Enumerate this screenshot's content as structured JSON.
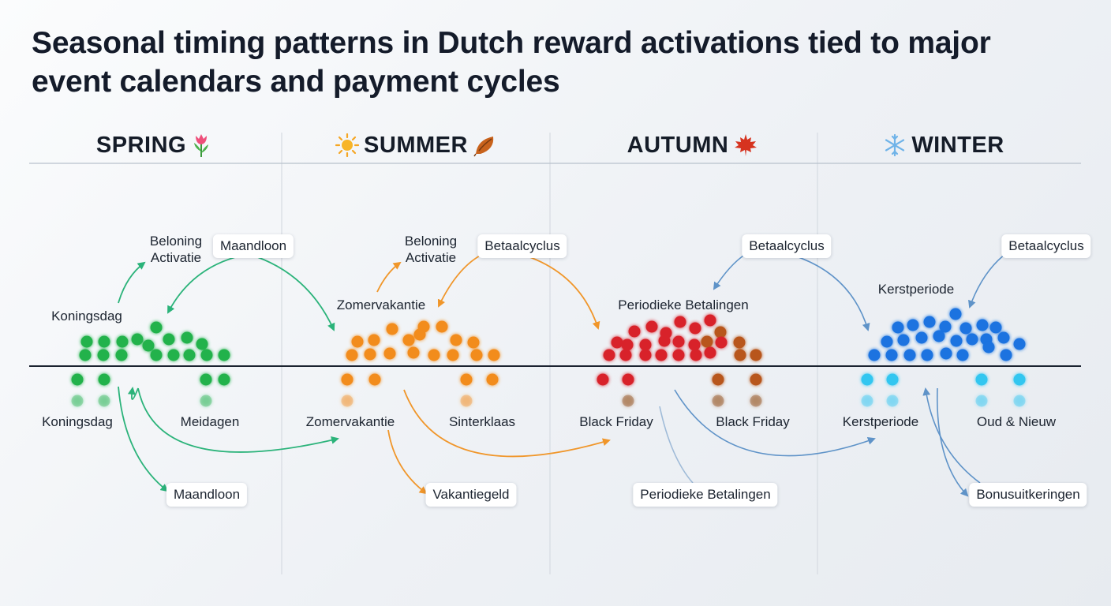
{
  "title": "Seasonal timing patterns in Dutch reward activations tied to major event calendars and payment cycles",
  "seasons": [
    {
      "name": "SPRING",
      "icon": "tulip-icon",
      "color": "#22b24c"
    },
    {
      "name": "SUMMER",
      "icon_left": "sun-icon",
      "icon": "autumn-leaf-icon",
      "color": "#f28c1e"
    },
    {
      "name": "AUTUMN",
      "icon": "maple-leaf-icon",
      "color": "#d8222c"
    },
    {
      "name": "WINTER",
      "icon_left": "snowflake-icon",
      "color": "#1a73e0"
    }
  ],
  "labels": {
    "spring": {
      "beloning_line1": "Beloning",
      "beloning_line2": "Activatie",
      "maandloon_top": "Maandloon",
      "koningsdag_top": "Koningsdag",
      "koningsdag_bottom": "Koningsdag",
      "meidagen": "Meidagen",
      "maandloon_bottom": "Maandloon"
    },
    "summer": {
      "beloning_line1": "Beloning",
      "beloning_line2": "Activatie",
      "betaalcyclus_top": "Betaalcyclus",
      "zomervakantie_top": "Zomervakantie",
      "zomervakantie_bottom": "Zomervakantie",
      "sinterklaas": "Sinterklaas",
      "vakantiegeld": "Vakantiegeld"
    },
    "autumn": {
      "betaalcyclus_top": "Betaalcyclus",
      "periodieke_top": "Periodieke Betalingen",
      "black_friday_1": "Black Friday",
      "black_friday_2": "Black Friday",
      "periodieke_bottom": "Periodieke Betalingen"
    },
    "winter": {
      "betaalcyclus_top": "Betaalcyclus",
      "kerstperiode_top": "Kerstperiode",
      "kerstperiode_bottom": "Kerstperiode",
      "oud_nieuw": "Oud & Nieuw",
      "bonus": "Bonusuitkeringen"
    }
  }
}
